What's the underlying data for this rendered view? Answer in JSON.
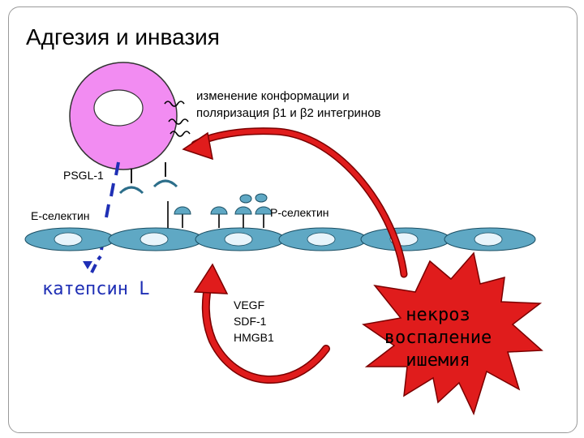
{
  "title": "Адгезия и инвазия",
  "note": {
    "line1": "изменение конформации и",
    "line2": "поляризация β1 и β2 интегринов"
  },
  "labels": {
    "psgl": "PSGL-1",
    "e_selectin": "Е-селектин",
    "p_selectin": "Р-селектин",
    "cathepsin": "катепсин L"
  },
  "factors": [
    "VEGF",
    "SDF-1",
    "HMGB1"
  ],
  "star": [
    "некроз",
    "воспаление",
    "ишемия"
  ],
  "colors": {
    "leukocyte": "#f28cf2",
    "endothelium": "#5fa8c4",
    "endothelium_nucleus": "#e8f4fb",
    "star": "#e01c1c",
    "arrow": "#e01c1c",
    "marker": "#1f2fb5"
  }
}
